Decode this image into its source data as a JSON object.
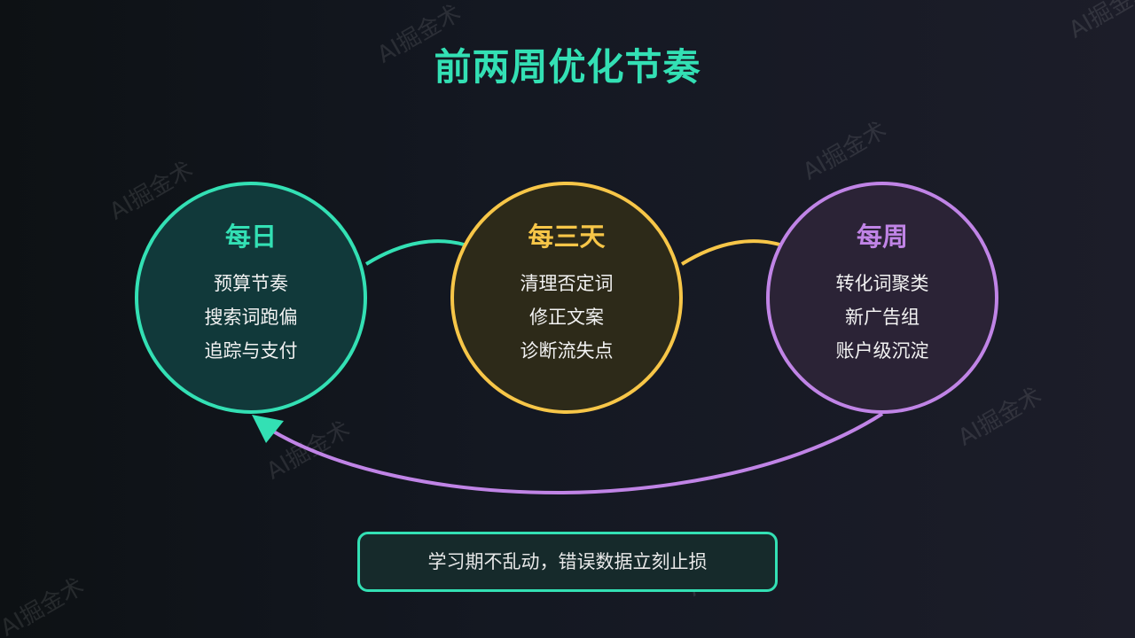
{
  "title": "前两周优化节奏",
  "watermark": "AI掘金术",
  "colors": {
    "daily": "#33e0b4",
    "every_three_days": "#f7c648",
    "weekly": "#c084e6"
  },
  "cycles": {
    "daily": {
      "title": "每日",
      "items": [
        "预算节奏",
        "搜索词跑偏",
        "追踪与支付"
      ]
    },
    "every_three_days": {
      "title": "每三天",
      "items": [
        "清理否定词",
        "修正文案",
        "诊断流失点"
      ]
    },
    "weekly": {
      "title": "每周",
      "items": [
        "转化词聚类",
        "新广告组",
        "账户级沉淀"
      ]
    }
  },
  "note": "学习期不乱动，错误数据立刻止损"
}
